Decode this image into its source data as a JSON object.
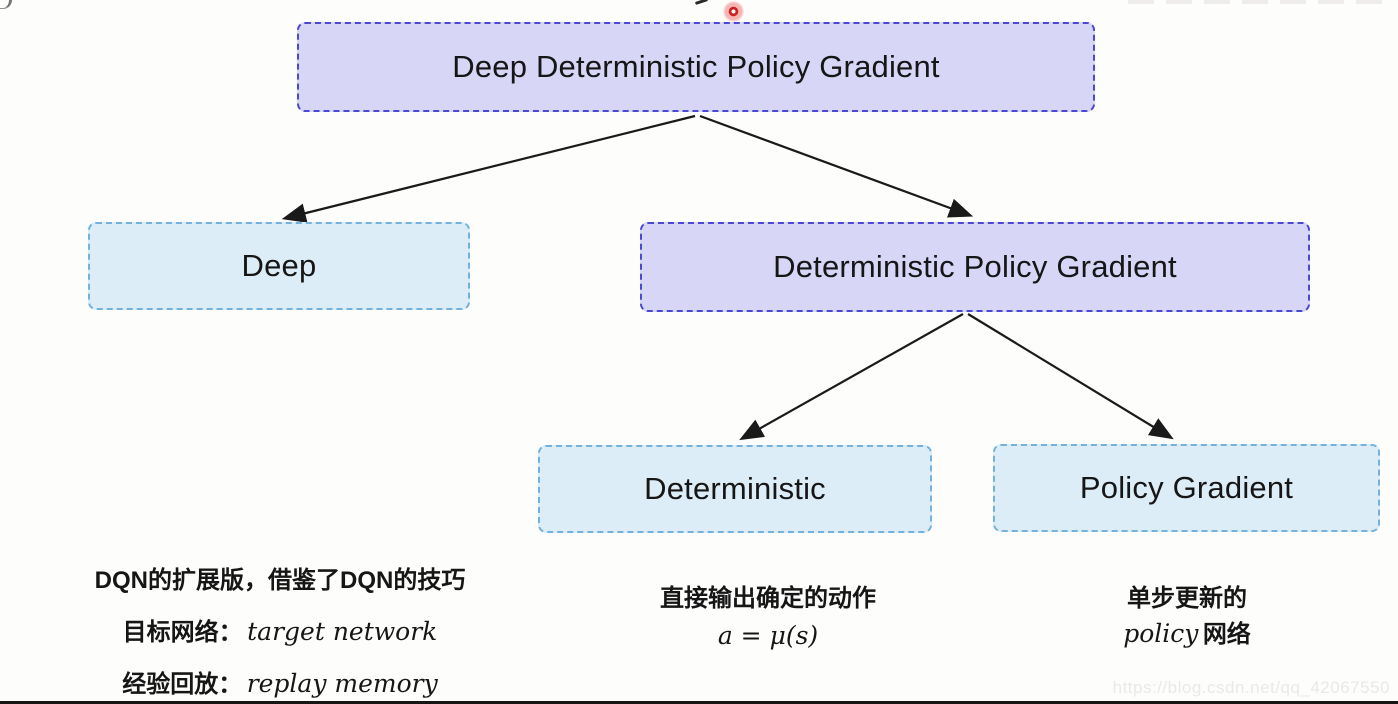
{
  "colors": {
    "background": "#fdfdfc",
    "purple_fill": "#d8d6f7",
    "purple_border": "#4a49cf",
    "blue_fill": "#dcedf8",
    "blue_border": "#72b2dc",
    "text": "#161616",
    "arrow": "#1a1a1a",
    "watermark_text": "#e9e9e9",
    "laser_dot": "#cc2222"
  },
  "nodes": {
    "root": {
      "label": "Deep Deterministic Policy Gradient"
    },
    "deep": {
      "label": "Deep"
    },
    "dpg": {
      "label": "Deterministic Policy Gradient"
    },
    "deterministic": {
      "label": "Deterministic"
    },
    "policy_gradient": {
      "label": "Policy Gradient"
    }
  },
  "notes": {
    "deep": {
      "line1": "DQN的扩展版，借鉴了DQN的技巧",
      "line2_label": "目标网络：",
      "line2_value": "target network",
      "line3_label": "经验回放：",
      "line3_value": "replay memory"
    },
    "deterministic": {
      "line1": "直接输出确定的动作",
      "line2": "a = μ(s)"
    },
    "policy_gradient": {
      "line1": "单步更新的",
      "line2_italic": "policy",
      "line2_suffix": " 网络"
    }
  },
  "watermark": "https://blog.csdn.net/qq_42067550"
}
